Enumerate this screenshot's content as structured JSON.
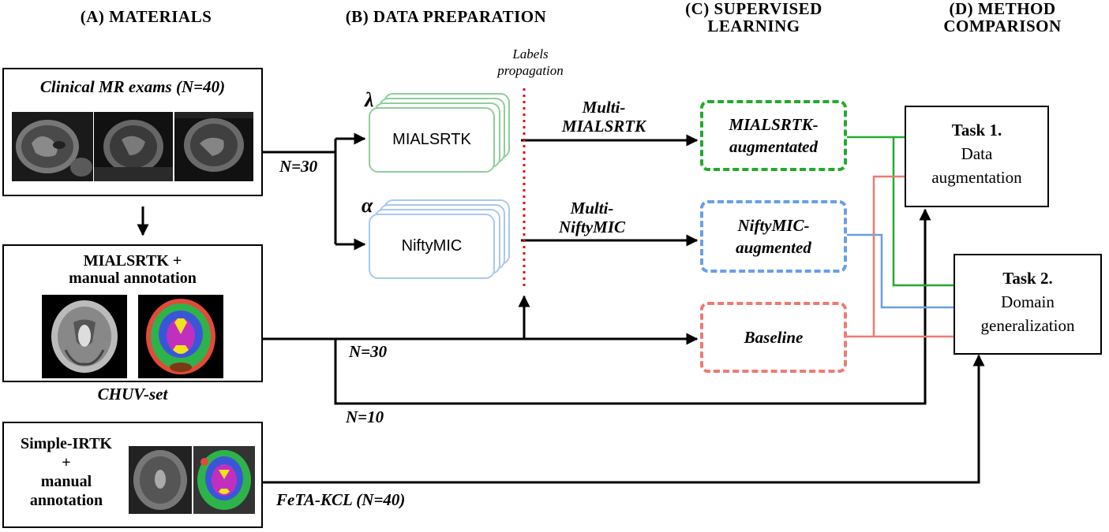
{
  "headers": {
    "materials": "(A) MATERIALS",
    "data_prep": "(B) DATA PREPARATION",
    "supervised": [
      "(C) SUPERVISED",
      "LEARNING"
    ],
    "method": [
      "(D) METHOD",
      "COMPARISON"
    ]
  },
  "materials": {
    "clinical_title": "Clinical MR exams (N=40)",
    "mialsrtk_annot": [
      "MIALSRTK +",
      "manual annotation"
    ],
    "chuv_set": "CHUV-set",
    "simple_irtk": [
      "Simple-IRTK",
      "+",
      "manual",
      "annotation"
    ],
    "feta_kcl": "FeTA-KCL (N=40)"
  },
  "data_prep": {
    "labels_propagation": [
      "Labels",
      "propagation"
    ],
    "lambda_symbol": "λ",
    "alpha_symbol": "α",
    "mialsrtk_stack": "MIALSRTK",
    "niftymic_stack": "NiftyMIC",
    "multi_mialsrtk": [
      "Multi-",
      "MIALSRTK"
    ],
    "multi_niftymic": [
      "Multi-",
      "NiftyMIC"
    ]
  },
  "counts": {
    "n30_top": "N=30",
    "n30_mid": "N=30",
    "n10": "N=10"
  },
  "learning": {
    "mialsrtk_aug": [
      "MIALSRTK-",
      "augmentated"
    ],
    "niftymic_aug": [
      "NiftyMIC-",
      "augmented"
    ],
    "baseline": "Baseline"
  },
  "comparison": {
    "task1": [
      "Task 1.",
      "Data",
      "augmentation"
    ],
    "task2": [
      "Task 2.",
      "Domain",
      "generalization"
    ]
  },
  "colors": {
    "green": "#22aa2e",
    "blue": "#6a9ee8",
    "red": "#ee7a70",
    "green_stack": "#8fce9a",
    "blue_stack": "#a8c8f0",
    "dotted_red": "#dd1111"
  }
}
